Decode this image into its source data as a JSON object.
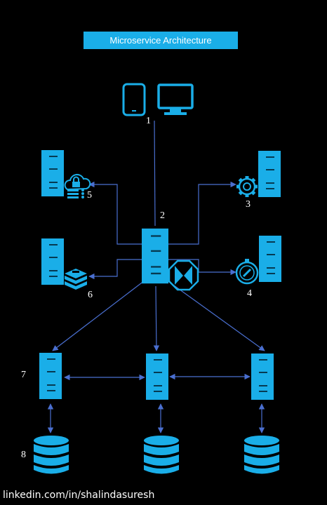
{
  "title": "Microservice Architecture",
  "footer": "linkedin.com/in/shalindasuresh",
  "labels": {
    "n1": "1",
    "n2": "2",
    "n3": "3",
    "n4": "4",
    "n5": "5",
    "n6": "6",
    "n7": "7",
    "n8": "8"
  },
  "colors": {
    "background": "#000000",
    "accent": "#1aaee8",
    "line": "#4a6fd0",
    "text": "#ffffff"
  },
  "icons": [
    "mobile-phone-icon",
    "desktop-monitor-icon",
    "server-icon",
    "cloud-lock-icon",
    "gear-icon",
    "compass-icon",
    "api-gateway-icon",
    "cache-stack-icon",
    "database-icon"
  ]
}
